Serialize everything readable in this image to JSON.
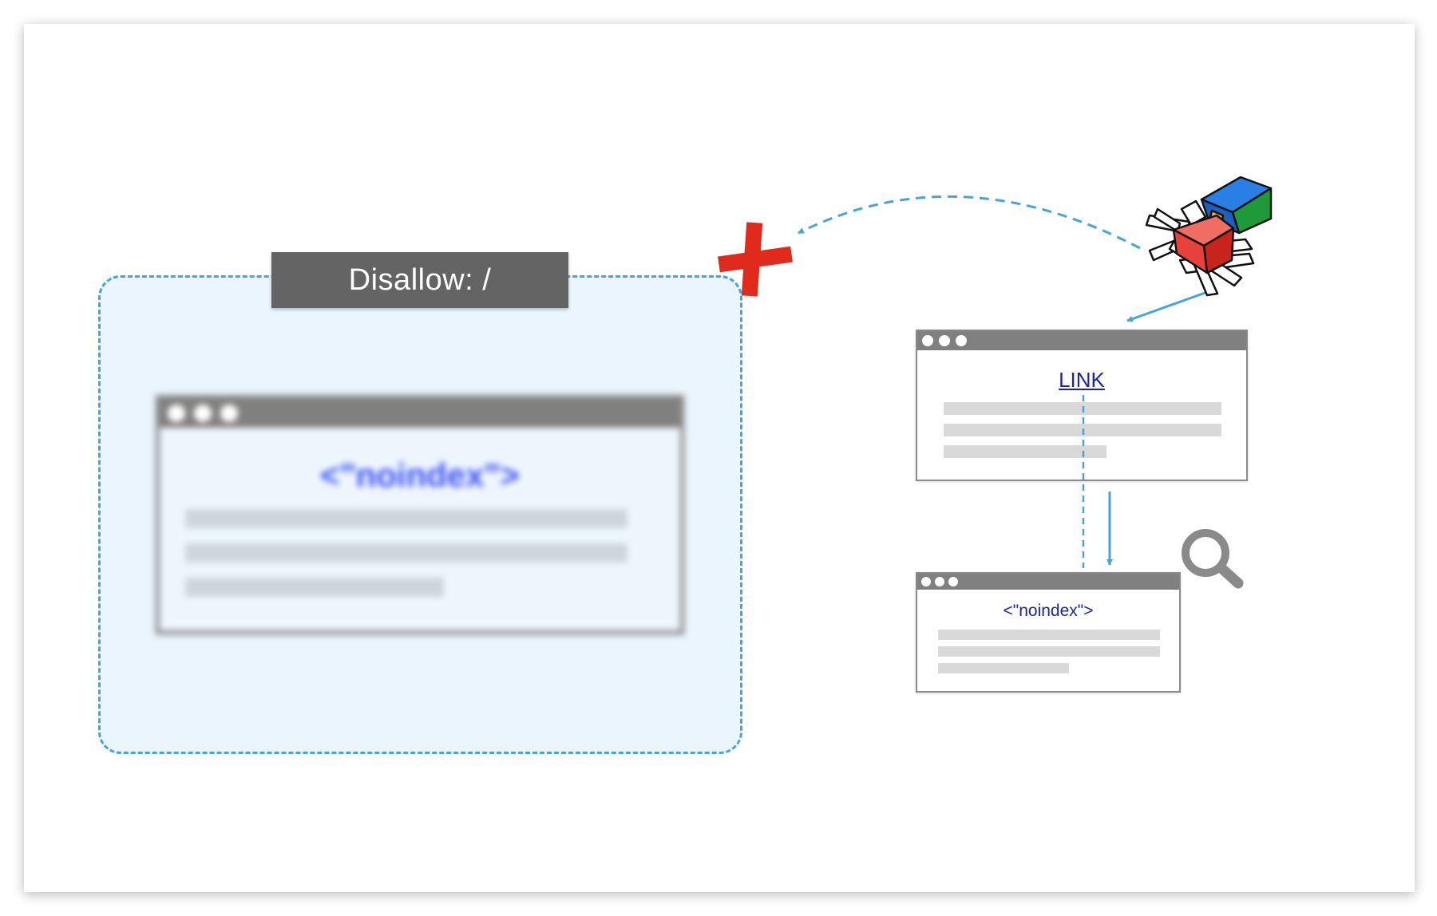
{
  "diagram": {
    "disallow_label": "Disallow: /",
    "blocked_page": {
      "tag_text": "<\"noindex\">"
    },
    "link_page": {
      "link_text": "LINK"
    },
    "noindex_page": {
      "tag_text": "<\"noindex\">"
    }
  },
  "icons": {
    "blocked": "red-cross-icon",
    "crawler": "googlebot-spider-icon",
    "search": "magnifier-icon"
  },
  "colors": {
    "dashed_blue": "#4aa3d8",
    "zone_fill": "#eaf5fd",
    "label_bg": "#646464",
    "link_blue": "#1b24a8",
    "cross_red": "#e02a1c",
    "spider_blue": "#1e73e0",
    "spider_green": "#1f9a3b",
    "spider_red": "#e8403a"
  }
}
